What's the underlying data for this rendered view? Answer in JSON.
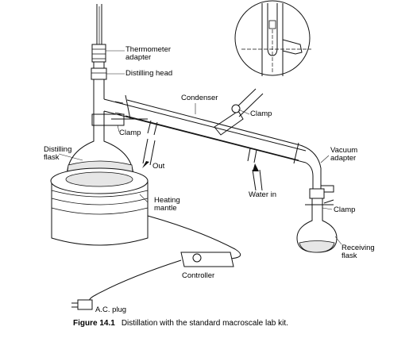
{
  "labels": {
    "thermometer_adapter": "Thermometer\nadapter",
    "distilling_head": "Distilling head",
    "condenser": "Condenser",
    "clamp_top": "Clamp",
    "clamp_left": "Clamp",
    "distilling_flask": "Distilling\nflask",
    "out": "Out",
    "heating_mantle": "Heating\nmantle",
    "water_in": "Water in",
    "vacuum_adapter": "Vacuum\nadapter",
    "clamp_right": "Clamp",
    "receiving_flask": "Receiving\nflask",
    "controller": "Controller",
    "ac_plug": "A.C. plug"
  },
  "caption": {
    "number": "Figure 14.1",
    "text": "Distillation with the standard macroscale lab kit."
  }
}
